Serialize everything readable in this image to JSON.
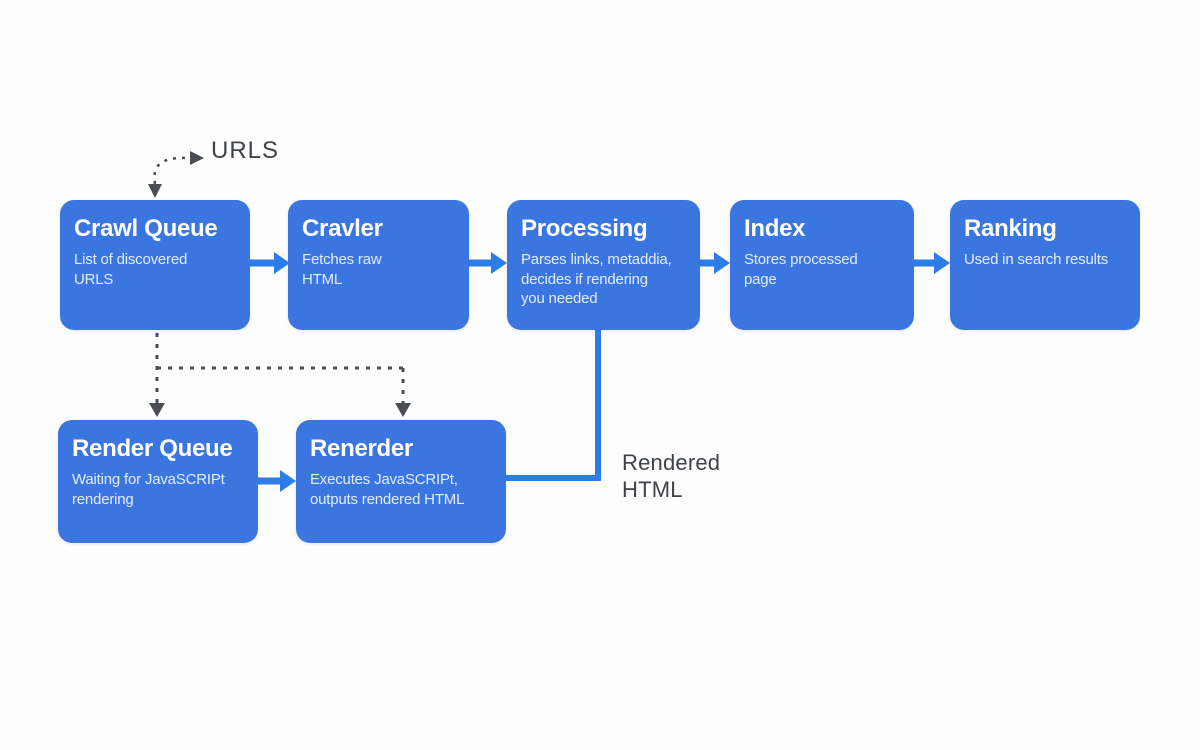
{
  "colors": {
    "node_fill": "#3b76e0",
    "node_title_text": "#ffffff",
    "node_body_text": "#e3ecfb",
    "arrow_blue": "#2d7de9",
    "dashed_gray": "#4a4d52",
    "label_text": "#3f4347",
    "background": "#fdfdfd"
  },
  "labels": {
    "urls": "URLS",
    "rendered_html": "Rendered\nHTML"
  },
  "nodes": {
    "crawl_queue": {
      "title": "Crawl Queue",
      "description": "List of discovered\nURLS"
    },
    "crawler": {
      "title": "Cravler",
      "description": "Fetches raw\nHTML"
    },
    "processing": {
      "title": "Processing",
      "description": "Parses links, metaddia,\ndecides if rendering\nyou needed"
    },
    "index": {
      "title": "Index",
      "description": "Stores processed\npage"
    },
    "ranking": {
      "title": "Ranking",
      "description": "Used in search results"
    },
    "render_queue": {
      "title": "Render Queue",
      "description": "Waiting for JavaSCRIPt\nrendering"
    },
    "renderer": {
      "title": "Renerder",
      "description": "Executes JavaSCRIPt,\noutputs rendered HTML"
    }
  }
}
